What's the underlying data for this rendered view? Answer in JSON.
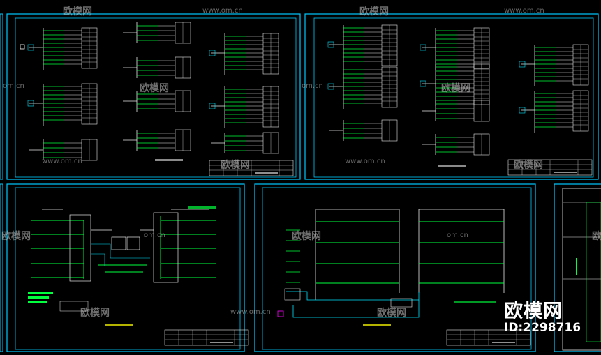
{
  "colors": {
    "background": "#000000",
    "sheet_frame": "#00c8ff",
    "wire_green": "#00ff3c",
    "wire_white": "#e6e6e6",
    "label_cyan": "#00e5ff",
    "label_yellow": "#ffff00",
    "magenta": "#ff00ff"
  },
  "watermark": {
    "brand": "欧模网",
    "site": "www.om.cn",
    "site_short": "www.om.cn",
    "om_cn": "om.cn"
  },
  "corner_brand": {
    "text": "欧模网",
    "id": "ID:2298716"
  },
  "sheets": {
    "sheet1_title": "",
    "sheet2_title": "",
    "sheet3_title": "",
    "sheet4_title": ""
  }
}
